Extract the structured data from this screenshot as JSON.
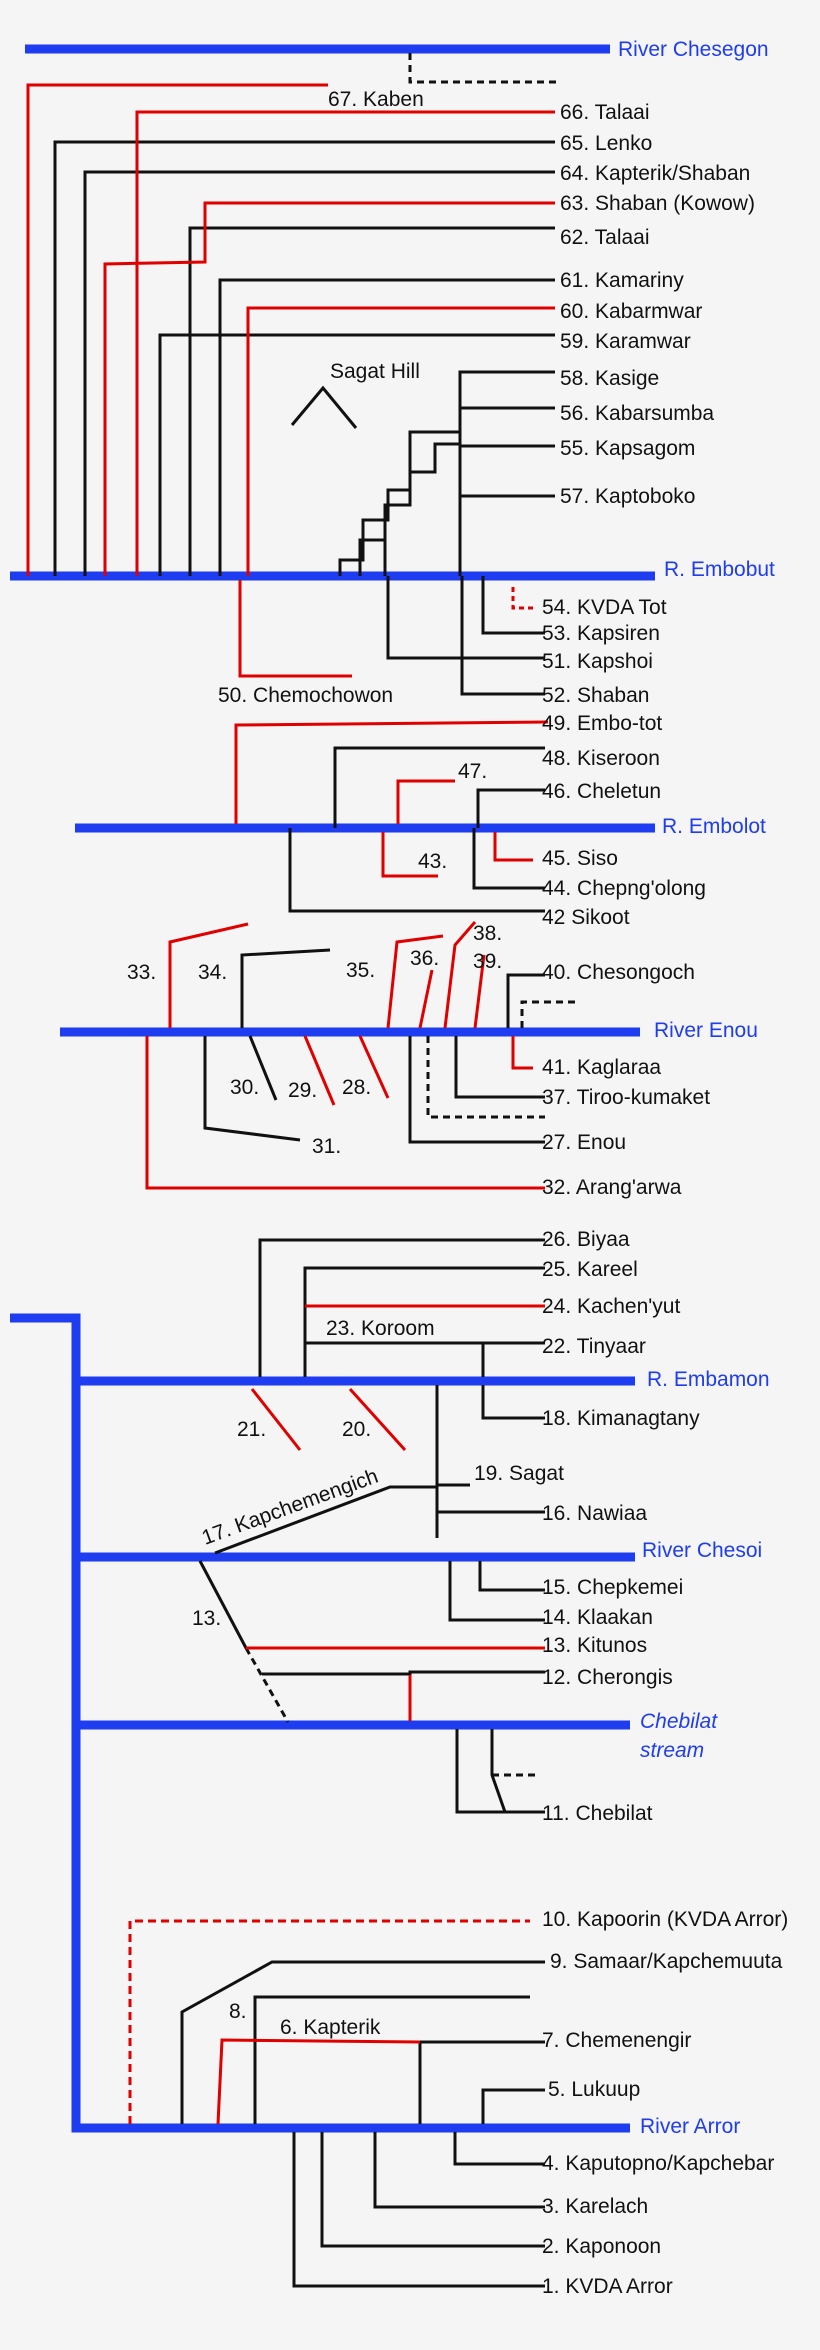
{
  "colors": {
    "river": "#1e3cf0",
    "river_label": "#1e3cf0",
    "red_line": "#e00000",
    "black_line": "#111111",
    "background": "#f5f5f5"
  },
  "rivers": {
    "chesegon": "River Chesegon",
    "embobut": "R. Embobut",
    "embolot": "R. Embolot",
    "enou": "River Enou",
    "embamon": "R. Embamon",
    "chesoi": "River Chesoi",
    "chebilat_1": "Chebilat",
    "chebilat_2": "stream",
    "arror": "River Arror"
  },
  "labels": {
    "l67": "67. Kaben",
    "l66": "66. Talaai",
    "l65": "65. Lenko",
    "l64": "64. Kapterik/Shaban",
    "l63": "63. Shaban (Kowow)",
    "l62": "62. Talaai",
    "l61": "61. Kamariny",
    "l60": "60. Kabarmwar",
    "l59": "59. Karamwar",
    "sagat_hill": "Sagat Hill",
    "l58": "58. Kasige",
    "l56": "56. Kabarsumba",
    "l55": "55. Kapsagom",
    "l57": "57. Kaptoboko",
    "l54": "54. KVDA Tot",
    "l53": "53. Kapsiren",
    "l51": "51. Kapshoi",
    "l50": "50. Chemochowon",
    "l52": "52. Shaban",
    "l49": "49. Embo-tot",
    "l48": "48. Kiseroon",
    "l47": "47.",
    "l46": "46. Cheletun",
    "l43": "43.",
    "l45": "45. Siso",
    "l44": "44. Chepng'olong",
    "l42": "42 Sikoot",
    "l33": "33.",
    "l34": "34.",
    "l35": "35.",
    "l36": "36.",
    "l38": "38.",
    "l39": "39.",
    "l40": "40. Chesongoch",
    "l30": "30.",
    "l29": "29.",
    "l28": "28.",
    "l41": "41. Kaglaraa",
    "l37": "37. Tiroo-kumaket",
    "l31": "31.",
    "l27": "27. Enou",
    "l32": "32. Arang'arwa",
    "l26": "26. Biyaa",
    "l25": "25. Kareel",
    "l24": "24. Kachen'yut",
    "l23": "23. Koroom",
    "l22": "22. Tinyaar",
    "l21": "21.",
    "l20": "20.",
    "l18": "18. Kimanagtany",
    "l19": "19. Sagat",
    "l17": "17. Kapchemengich",
    "l16": "16. Nawiaa",
    "l15": "15. Chepkemei",
    "l13a": "13.",
    "l14": "14. Klaakan",
    "l13": "13. Kitunos",
    "l12": "12. Cherongis",
    "l11": "11. Chebilat",
    "l10": "10. Kapoorin (KVDA Arror)",
    "l9": "9. Samaar/Kapchemuuta",
    "l8": "8.",
    "l6": "6. Kapterik",
    "l7": "7. Chemenengir",
    "l5": "5. Lukuup",
    "l4": "4. Kaputopno/Kapchebar",
    "l3": "3. Karelach",
    "l2": "2. Kaponoon",
    "l1": "1. KVDA Arror"
  }
}
